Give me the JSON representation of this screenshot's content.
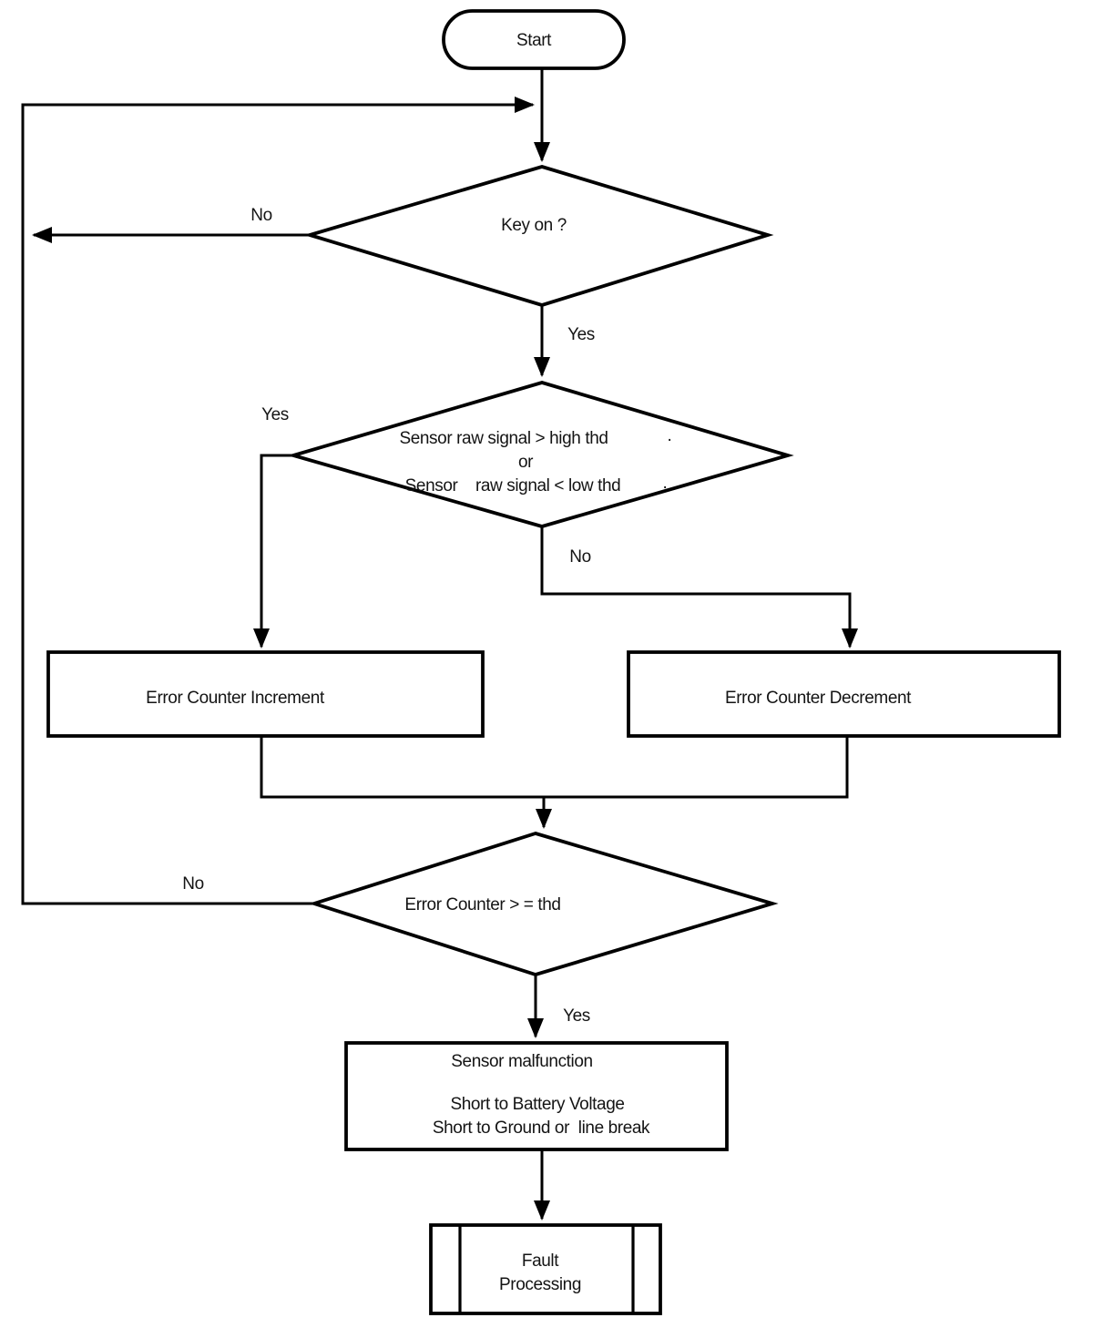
{
  "flowchart": {
    "nodes": {
      "start": {
        "type": "terminator",
        "label": "Start"
      },
      "key_on": {
        "type": "decision",
        "label": "Key on ?"
      },
      "signal_check": {
        "type": "decision",
        "line1": "Sensor raw signal > high thd",
        "line1_dot": ".",
        "line2": "or",
        "line3": "Sensor    raw signal < low thd",
        "line3_dot": "."
      },
      "error_counter_increment": {
        "type": "process",
        "label": "Error Counter Increment"
      },
      "error_counter_decrement": {
        "type": "process",
        "label": "Error Counter Decrement"
      },
      "error_counter_check": {
        "type": "decision",
        "label": "Error Counter > = thd"
      },
      "sensor_malfunction": {
        "type": "process",
        "line1": "Sensor malfunction",
        "line2": "Short to Battery Voltage",
        "line3": "Short to Ground or  line break"
      },
      "fault_processing": {
        "type": "predefined_process",
        "line1": "Fault",
        "line2": "Processing"
      }
    },
    "edges": {
      "key_on_no": "No",
      "key_on_yes": "Yes",
      "signal_check_yes": "Yes",
      "signal_check_no": "No",
      "error_counter_check_no": "No",
      "error_counter_check_yes": "Yes"
    },
    "colors": {
      "line": "#000000",
      "background": "#ffffff",
      "text": "#141414"
    }
  }
}
